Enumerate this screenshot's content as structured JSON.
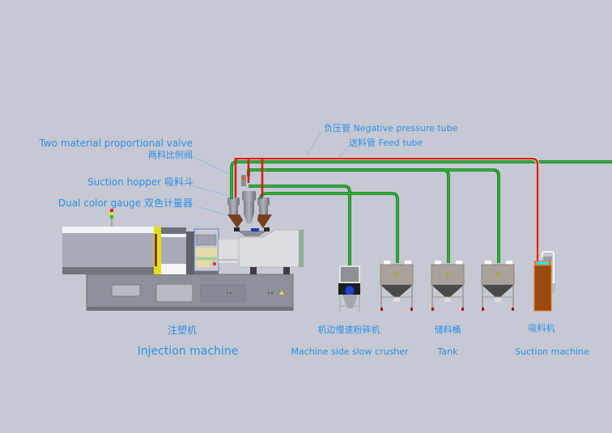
{
  "colors": {
    "background": "#c6c9d3",
    "label_text": "#2b8ee6",
    "negative_pressure_tube": "#e0231b",
    "feed_tube": "#12a31f",
    "leader_line": "#8fb6de"
  },
  "callouts": {
    "proportional_valve_en": "Two material proportional valve",
    "proportional_valve_cn": "两料比例阀",
    "suction_hopper": "Suction hopper 吸料斗",
    "dual_color_gauge": "Dual color gauge 双色计量器",
    "negative_pressure_tube": "负压管 Negative pressure tube",
    "feed_tube": "送料管 Feed tube"
  },
  "equipment": [
    {
      "id": "injection-machine",
      "label_cn": "注塑机",
      "label_en": "Injection machine"
    },
    {
      "id": "crusher",
      "label_cn": "机边慢速粉碎机",
      "label_en": "Machine side slow crusher"
    },
    {
      "id": "tank",
      "label_cn": "储料桶",
      "label_en": "Tank"
    },
    {
      "id": "suction-machine",
      "label_cn": "吸料机",
      "label_en": "Suction machine"
    }
  ],
  "tanks_count": 3,
  "signal_tower": [
    "#e3231b",
    "#f1e21a",
    "#28c030"
  ]
}
